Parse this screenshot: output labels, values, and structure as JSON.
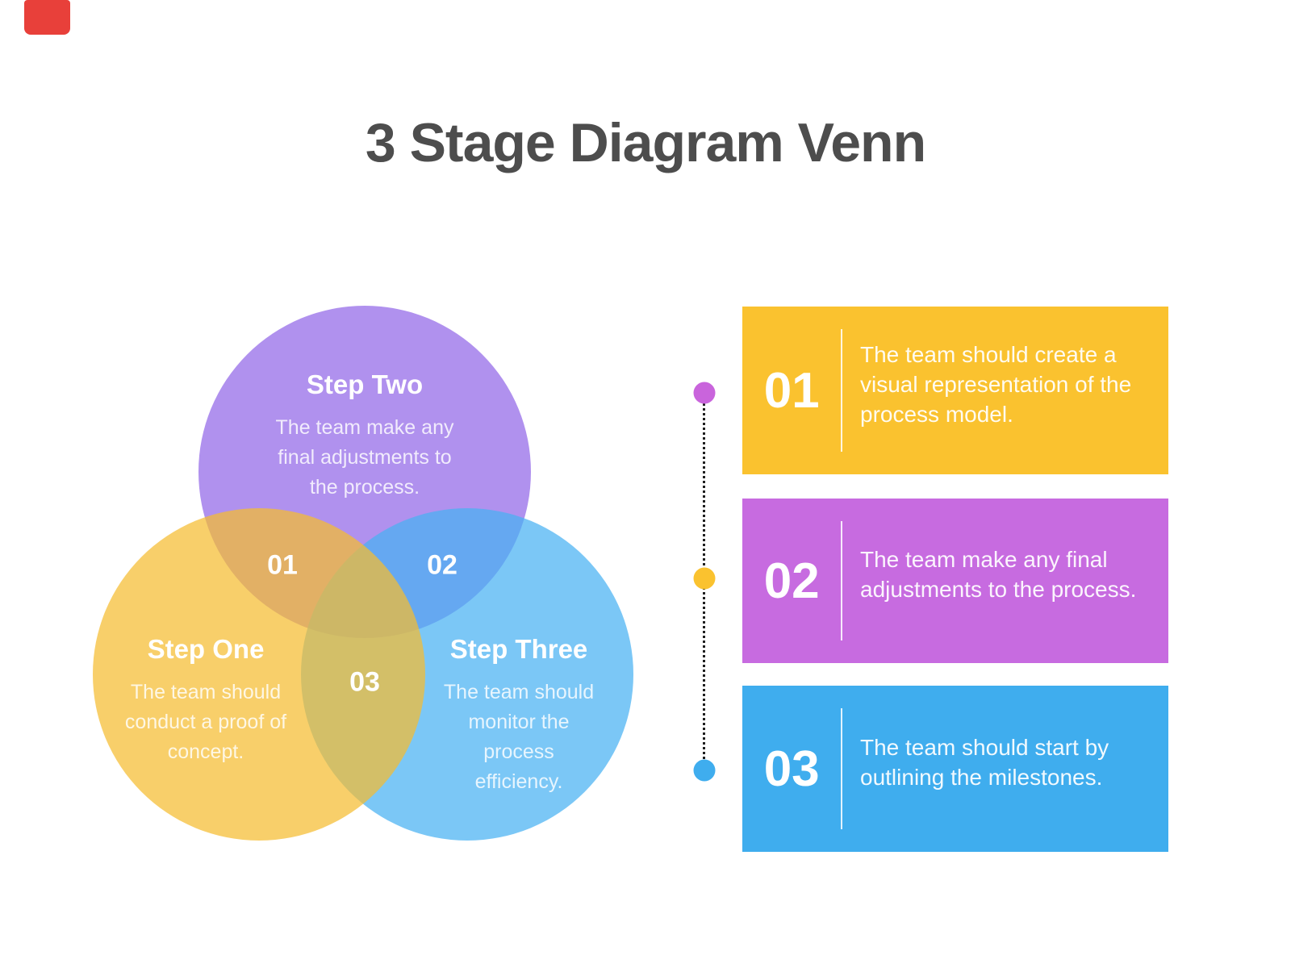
{
  "page": {
    "title": "3 Stage Diagram Venn",
    "title_color": "#4d4d4d",
    "background": "#ffffff",
    "corner_mark_color": "#e8403a"
  },
  "venn": {
    "circles": [
      {
        "name": "step-two",
        "title": "Step Two",
        "description": "The team make any final adjustments to the process.",
        "fill": "rgba(145,102,231,0.72)",
        "display_hex": "#b294ee"
      },
      {
        "name": "step-one",
        "title": "Step One",
        "description": "The team should conduct a proof of concept.",
        "fill": "rgba(245,188,48,0.72)",
        "display_hex": "#f8d06e"
      },
      {
        "name": "step-three",
        "title": "Step Three",
        "description": "The team should monitor the process efficiency.",
        "fill": "rgba(72,178,242,0.72)",
        "display_hex": "#7fc9f6"
      }
    ],
    "overlap_labels": [
      {
        "label": "01"
      },
      {
        "label": "02"
      },
      {
        "label": "03"
      }
    ]
  },
  "timeline": {
    "line_color": "#1f1f1f",
    "dots": [
      {
        "name": "dot-1",
        "color": "#c964dc"
      },
      {
        "name": "dot-2",
        "color": "#fac22f"
      },
      {
        "name": "dot-3",
        "color": "#3fadee"
      }
    ]
  },
  "cards": [
    {
      "number": "01",
      "text": "The team should create a visual representation of the process model.",
      "color": "#fac22f"
    },
    {
      "number": "02",
      "text": "The team make any final adjustments to the process.",
      "color": "#c76be0"
    },
    {
      "number": "03",
      "text": "The team should start by outlining the milestones.",
      "color": "#3fadee"
    }
  ]
}
